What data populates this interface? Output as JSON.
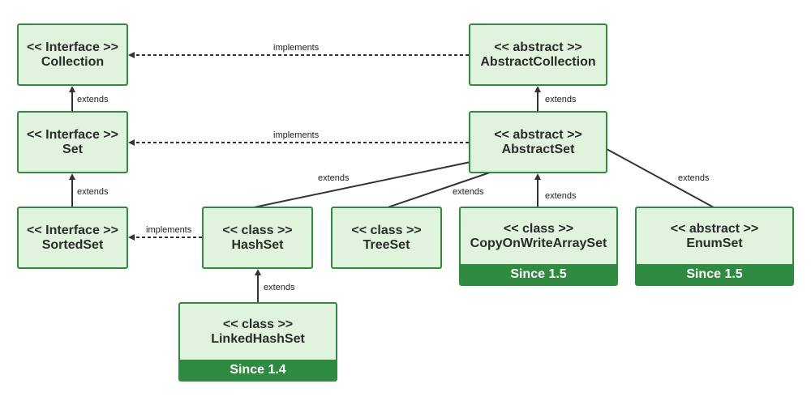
{
  "colors": {
    "box_fill": "#e0f4dd",
    "box_border": "#2e8b3f",
    "badge": "#2e8b3f",
    "text": "#2b2b2b",
    "line": "#333333"
  },
  "nodes": {
    "collection": {
      "stereotype": "<< Interface >>",
      "name": "Collection"
    },
    "abstract_collection": {
      "stereotype": "<< abstract >>",
      "name": "AbstractCollection"
    },
    "set": {
      "stereotype": "<< Interface >>",
      "name": "Set"
    },
    "abstract_set": {
      "stereotype": "<< abstract >>",
      "name": "AbstractSet"
    },
    "sorted_set": {
      "stereotype": "<< Interface >>",
      "name": "SortedSet"
    },
    "hash_set": {
      "stereotype": "<< class >>",
      "name": "HashSet"
    },
    "tree_set": {
      "stereotype": "<< class >>",
      "name": "TreeSet"
    },
    "copy_on_write_array_set": {
      "stereotype": "<< class >>",
      "name": "CopyOnWriteArraySet",
      "since": "Since 1.5"
    },
    "enum_set": {
      "stereotype": "<< abstract >>",
      "name": "EnumSet",
      "since": "Since 1.5"
    },
    "linked_hash_set": {
      "stereotype": "<< class >>",
      "name": "LinkedHashSet",
      "since": "Since 1.4"
    }
  },
  "edge_labels": {
    "implements": "implements",
    "extends": "extends"
  }
}
